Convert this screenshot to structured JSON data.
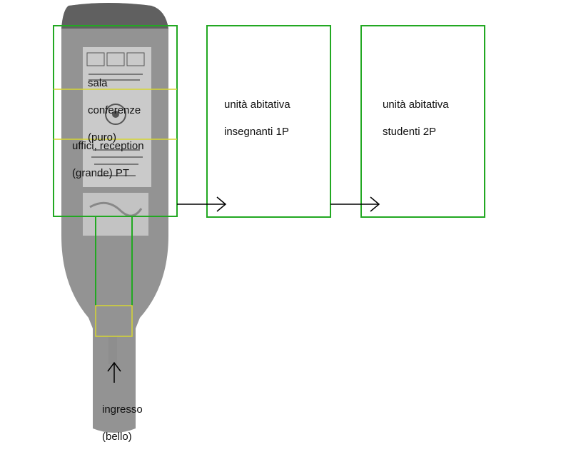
{
  "colors": {
    "box_border": "#22a822",
    "divider": "#d6d633",
    "arrow": "#000000",
    "bottle_body": "#6f6f6f",
    "bottle_dark": "#4a4a4a",
    "label_paper": "#d4d4d4"
  },
  "bottle_image": {
    "description": "wine-bottle"
  },
  "zones": {
    "sala_conferenze": {
      "lines": [
        "sala",
        "conferenze",
        "(puro)"
      ]
    },
    "uffici": {
      "lines": [
        "uffici, reception",
        "(grande) PT"
      ]
    },
    "insegnanti": {
      "lines": [
        "unità abitativa",
        "insegnanti 1P"
      ]
    },
    "studenti": {
      "lines": [
        "unità abitativa",
        "studenti 2P"
      ]
    },
    "ingresso": {
      "lines": [
        "ingresso",
        "(bello)"
      ]
    }
  }
}
